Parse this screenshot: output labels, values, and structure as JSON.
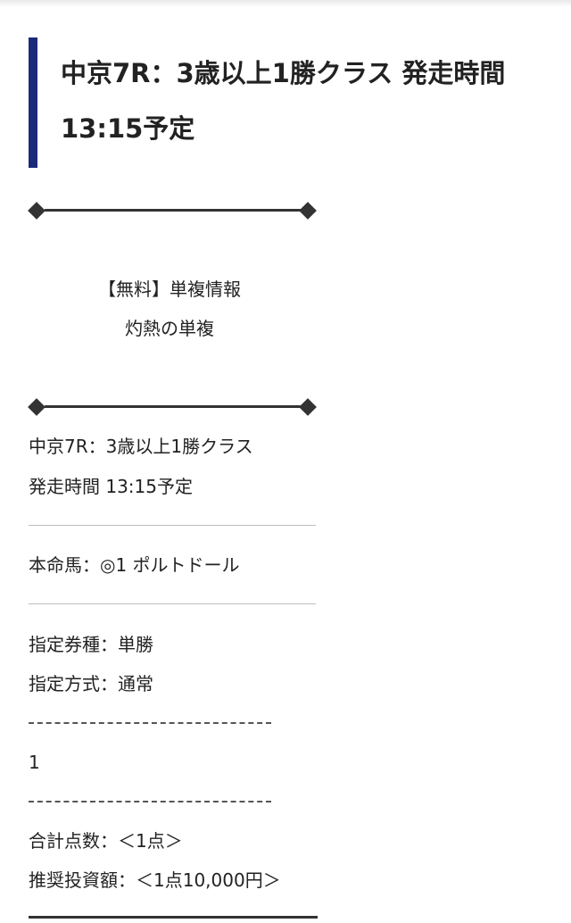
{
  "heading": {
    "line1": "中京7R：3歳以上1勝クラス 発走時間",
    "line2": "13:15予定"
  },
  "intro": {
    "free_label": "【無料】単複情報",
    "service_name": "灼熱の単複"
  },
  "race": {
    "name": "中京7R：3歳以上1勝クラス",
    "start_time": "発走時間 13:15予定"
  },
  "pick": {
    "favorite": "本命馬：◎1 ポルトドール",
    "bet_type": "指定券種：単勝",
    "method": "指定方式：通常",
    "numbers": "1",
    "total_points": "合計点数：＜1点＞",
    "recommended_amount": "推奨投資額：＜1点10,000円＞"
  },
  "colors": {
    "accent_bar": "#1a2a7a",
    "text": "#222222"
  }
}
